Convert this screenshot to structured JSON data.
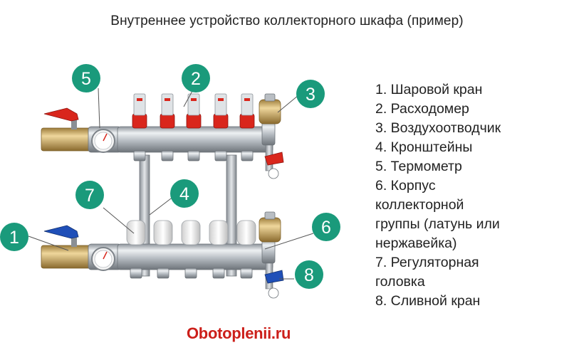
{
  "title": "Внутреннее устройство коллекторного шкафа (пример)",
  "badges": [
    "1",
    "2",
    "3",
    "4",
    "5",
    "6",
    "7",
    "8"
  ],
  "legend": [
    "1. Шаровой кран",
    "2. Расходомер",
    "3. Воздухоотводчик",
    "4. Кронштейны",
    "5. Термометр",
    "6. Корпус",
    "коллекторной",
    "группы (латунь или",
    "нержавейка)",
    "7. Регуляторная",
    "головка",
    "8. Сливной кран"
  ],
  "watermark": "Obotoplenii.ru",
  "colors": {
    "badge": "#1a9a7b",
    "steel": "#c9ced3",
    "red_valve": "#d9261c",
    "blue_valve": "#1f4fb8",
    "brass": "#c9a560",
    "watermark": "#cc1f1a"
  }
}
